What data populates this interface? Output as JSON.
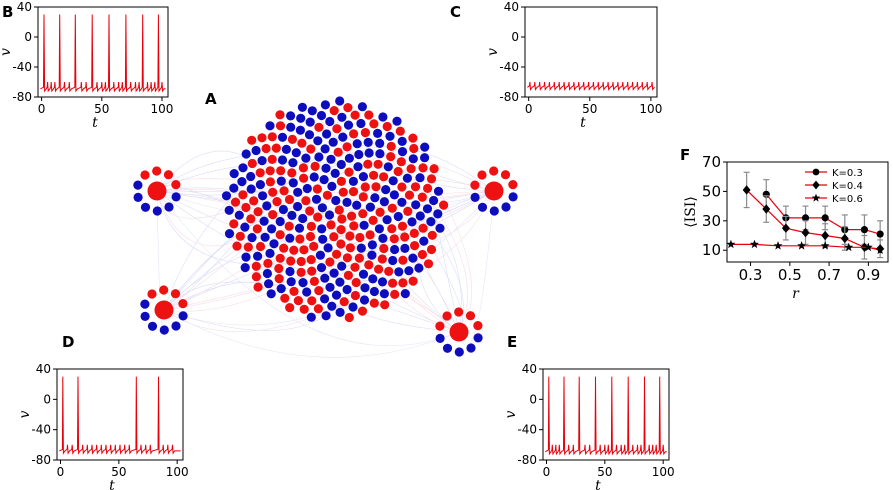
{
  "panel_labels": {
    "a": "A",
    "b": "B",
    "c": "C",
    "d": "D",
    "e": "E",
    "f": "F"
  },
  "colors": {
    "trace": "#e8000b",
    "excitatory": "#0d0dbe",
    "inhibitory": "#ee1111",
    "axis": "#000000",
    "errorbar": "#8c8c8c"
  },
  "chart_data": [
    {
      "id": "B",
      "type": "line",
      "xlabel": "t",
      "ylabel": "v",
      "xlim": [
        -3,
        105
      ],
      "ylim": [
        -80,
        40
      ],
      "xticks": [
        0,
        50,
        100
      ],
      "yticks": [
        40,
        0,
        -40,
        -80
      ],
      "rest": -69,
      "spike_peak": 30,
      "spike_times": [
        2,
        15,
        28,
        42,
        56,
        70,
        84,
        97
      ],
      "minor_times": [
        5,
        8,
        11,
        19,
        23,
        33,
        37,
        46,
        50,
        53,
        60,
        64,
        67,
        74,
        78,
        81,
        88,
        91,
        94,
        100
      ],
      "minor_height": -60
    },
    {
      "id": "C",
      "type": "line",
      "xlabel": "t",
      "ylabel": "v",
      "xlim": [
        -3,
        105
      ],
      "ylim": [
        -80,
        40
      ],
      "xticks": [
        0,
        50,
        100
      ],
      "yticks": [
        40,
        0,
        -40,
        -80
      ],
      "rest": -67,
      "spike_peak": null,
      "spike_times": [],
      "minor_times": [
        1,
        5,
        9,
        13,
        17,
        21,
        25,
        29,
        33,
        37,
        41,
        45,
        49,
        53,
        57,
        61,
        65,
        69,
        73,
        77,
        81,
        85,
        89,
        93,
        97,
        101
      ],
      "minor_height": -60
    },
    {
      "id": "D",
      "type": "line",
      "xlabel": "t",
      "ylabel": "v",
      "xlim": [
        -3,
        105
      ],
      "ylim": [
        -80,
        40
      ],
      "xticks": [
        0,
        50,
        100
      ],
      "yticks": [
        40,
        0,
        -40,
        -80
      ],
      "rest": -68,
      "spike_peak": 30,
      "spike_times": [
        2,
        15,
        65,
        84
      ],
      "minor_times": [
        6,
        10,
        19,
        23,
        27,
        31,
        35,
        39,
        43,
        47,
        51,
        55,
        59,
        69,
        73,
        77,
        88,
        92,
        96
      ],
      "minor_height": -60
    },
    {
      "id": "E",
      "type": "line",
      "xlabel": "t",
      "ylabel": "v",
      "xlim": [
        -3,
        105
      ],
      "ylim": [
        -80,
        40
      ],
      "xticks": [
        0,
        50,
        100
      ],
      "yticks": [
        40,
        0,
        -40,
        -80
      ],
      "rest": -69,
      "spike_peak": 30,
      "spike_times": [
        2,
        15,
        28,
        42,
        56,
        70,
        84,
        97
      ],
      "minor_times": [
        5,
        8,
        11,
        19,
        23,
        33,
        37,
        46,
        50,
        53,
        60,
        64,
        67,
        74,
        78,
        81,
        88,
        91,
        94,
        100
      ],
      "minor_height": -60
    },
    {
      "id": "F",
      "type": "line",
      "xlabel": "r",
      "ylabel": "⟨ISI⟩",
      "xlim": [
        0.18,
        1.0
      ],
      "ylim": [
        2,
        70
      ],
      "xticks": [
        0.3,
        0.5,
        0.7,
        0.9
      ],
      "yticks": [
        10,
        30,
        50,
        70
      ],
      "legend_position": "top-right",
      "series": [
        {
          "name": "K=0.3",
          "marker": "circle",
          "x": [
            0.38,
            0.48,
            0.58,
            0.68,
            0.78,
            0.88,
            0.96
          ],
          "y": [
            48,
            32,
            32,
            32,
            24,
            24,
            21
          ],
          "err": [
            10,
            8,
            8,
            8,
            10,
            10,
            9
          ]
        },
        {
          "name": "K=0.4",
          "marker": "diamond",
          "x": [
            0.28,
            0.38,
            0.48,
            0.58,
            0.68,
            0.78,
            0.88,
            0.96
          ],
          "y": [
            51,
            38,
            25,
            22,
            20,
            18,
            12,
            11
          ],
          "err": [
            12,
            9,
            8,
            8,
            8,
            8,
            8,
            6
          ]
        },
        {
          "name": "K=0.6",
          "marker": "star",
          "x": [
            0.2,
            0.32,
            0.44,
            0.56,
            0.68,
            0.8,
            0.9,
            0.96
          ],
          "y": [
            14,
            14,
            13,
            13,
            13,
            12,
            12,
            10
          ],
          "err": [
            0,
            0,
            0,
            0,
            0,
            0,
            0,
            0
          ]
        }
      ]
    }
  ]
}
